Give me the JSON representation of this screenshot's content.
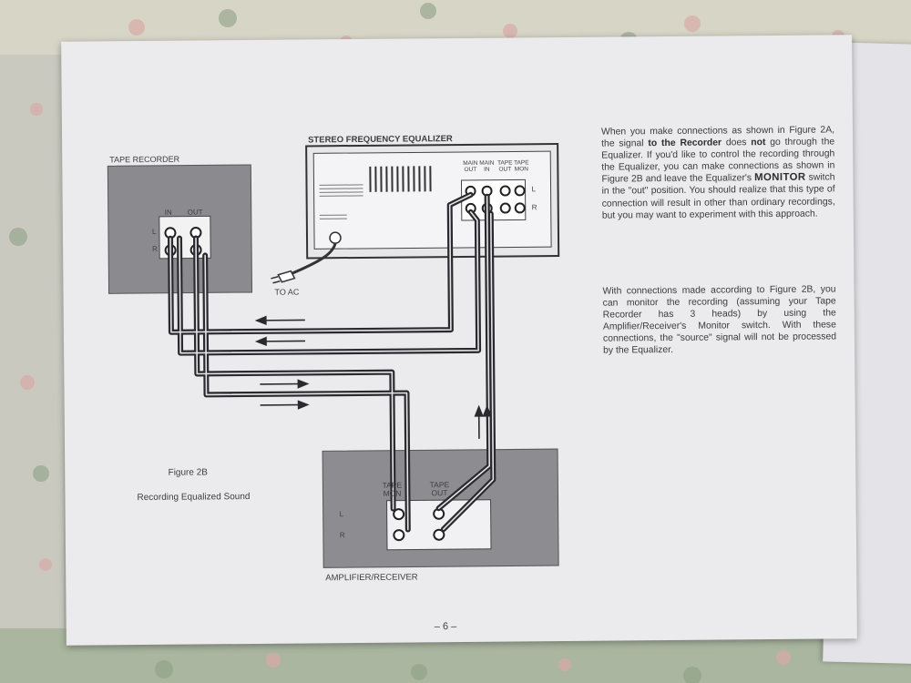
{
  "figure": {
    "number": "Figure 2B",
    "title": "Recording Equalized Sound"
  },
  "components": {
    "tape_recorder": {
      "label": "TAPE RECORDER",
      "jack_in": "IN",
      "jack_out": "OUT",
      "channel_left": "L",
      "channel_right": "R"
    },
    "equalizer": {
      "label": "STEREO FREQUENCY EQUALIZER",
      "jacks": [
        "MAIN OUT",
        "MAIN IN",
        "TAPE OUT",
        "TAPE MON"
      ],
      "channel_left": "L",
      "channel_right": "R",
      "power_label": "TO AC"
    },
    "amplifier": {
      "label": "AMPLIFIER/RECEIVER",
      "jack_tape_mon": "TAPE MON",
      "jack_tape_out": "TAPE OUT",
      "channel_left": "L",
      "channel_right": "R"
    }
  },
  "text": {
    "paragraph1": {
      "t1": "When you make connections as shown in Figure 2A, the signal ",
      "b1": "to the Recorder",
      "t2": " does ",
      "b2": "not",
      "t3": " go through the Equalizer. If you'd like to control the recording through the Equalizer, you can make connections as shown in Figure 2B and leave the Equalizer's ",
      "b3": "MONITOR",
      "t4": " switch in the \"out\" position. You should realize that this type of connection will result in other than ordinary recordings, but you may want to experiment with this approach."
    },
    "paragraph2": "With connections made according to Figure 2B, you can monitor the recording (assuming your Tape Recorder has 3 heads) by using the Amplifier/Receiver's Monitor switch. With these connections, the \"source\" signal will not be processed by the Equalizer."
  },
  "page_number": "– 6 –"
}
